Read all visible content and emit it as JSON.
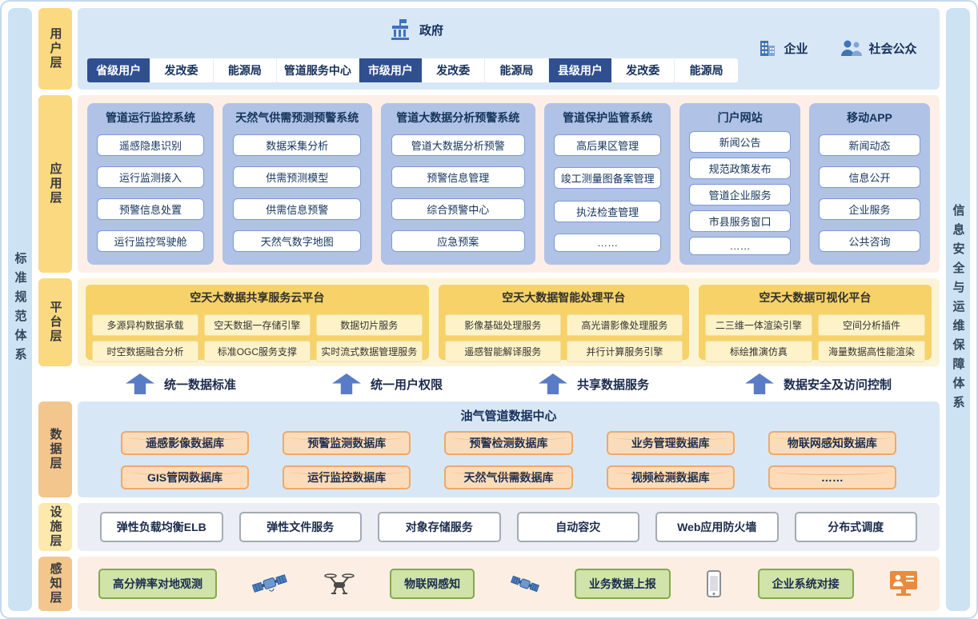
{
  "side_bars": {
    "left": "标准规范体系",
    "right": "信息安全与运维保障体系"
  },
  "layers": {
    "user": {
      "label": "用户层"
    },
    "app": {
      "label": "应用层"
    },
    "platform": {
      "label": "平台层"
    },
    "data": {
      "label": "数据层"
    },
    "infra": {
      "label": "设施层"
    },
    "sense": {
      "label": "感知层"
    }
  },
  "user": {
    "government": "政府",
    "tabs": [
      {
        "label": "省级用户"
      },
      {
        "label": "发改委"
      },
      {
        "label": "能源局"
      },
      {
        "label": "管道服务中心"
      },
      {
        "label": "市级用户"
      },
      {
        "label": "发改委"
      },
      {
        "label": "能源局"
      },
      {
        "label": "县级用户"
      },
      {
        "label": "发改委"
      },
      {
        "label": "能源局"
      }
    ],
    "enterprise": "企业",
    "public": "社会公众"
  },
  "app": {
    "systems": [
      {
        "title": "管道运行监控系统",
        "items": [
          "遥感隐患识别",
          "运行监测接入",
          "预警信息处置",
          "运行监控驾驶舱"
        ]
      },
      {
        "title": "天然气供需预测预警系统",
        "items": [
          "数据采集分析",
          "供需预测模型",
          "供需信息预警",
          "天然气数字地图"
        ]
      },
      {
        "title": "管道大数据分析预警系统",
        "items": [
          "管道大数据分析预警",
          "预警信息管理",
          "综合预警中心",
          "应急预案"
        ]
      },
      {
        "title": "管道保护监管系统",
        "items": [
          "高后果区管理",
          "竣工测量图备案管理",
          "执法检查管理",
          "……"
        ]
      },
      {
        "title": "门户网站",
        "items": [
          "新闻公告",
          "规范政策发布",
          "管道企业服务",
          "市县服务窗口",
          "……"
        ]
      },
      {
        "title": "移动APP",
        "items": [
          "新闻动态",
          "信息公开",
          "企业服务",
          "公共咨询"
        ]
      }
    ]
  },
  "platform": {
    "platforms": [
      {
        "title": "空天大数据共享服务云平台",
        "row1": [
          "多源异构数据承载",
          "空天数据一存储引擎",
          "数据切片服务"
        ],
        "row2": [
          "时空数据融合分析",
          "标准OGC服务支撑",
          "实时流式数据管理服务"
        ]
      },
      {
        "title": "空天大数据智能处理平台",
        "row1": [
          "影像基础处理服务",
          "高光谱影像处理服务"
        ],
        "row2": [
          "遥感智能解译服务",
          "并行计算服务引擎"
        ]
      },
      {
        "title": "空天大数据可视化平台",
        "row1": [
          "二三维一体渲染引擎",
          "空间分析插件"
        ],
        "row2": [
          "标绘推演仿真",
          "海量数据高性能渲染"
        ]
      }
    ]
  },
  "arrows": [
    "统一数据标准",
    "统一用户权限",
    "共享数据服务",
    "数据安全及访问控制"
  ],
  "data_layer": {
    "title": "油气管道数据中心",
    "row1": [
      "遥感影像数据库",
      "预警监测数据库",
      "预警检测数据库",
      "业务管理数据库",
      "物联网感知数据库"
    ],
    "row2": [
      "GIS管网数据库",
      "运行监控数据库",
      "天然气供需数据库",
      "视频检测数据库",
      "……"
    ]
  },
  "infra": {
    "items": [
      "弹性负载均衡ELB",
      "弹性文件服务",
      "对象存储服务",
      "自动容灾",
      "Web应用防火墙",
      "分布式调度"
    ]
  },
  "sense": {
    "boxes": [
      "高分辨率对地观测",
      "物联网感知",
      "业务数据上报",
      "企业系统对接"
    ],
    "icons": [
      "satellite-icon",
      "drone-icon",
      "satellite-icon",
      "phone-icon",
      "monitor-icon"
    ]
  },
  "colors": {
    "layer_label_yellow": "#fbd980",
    "layer_label_orange": "#f3c68e",
    "user_body": "#d8e7f5",
    "app_body": "#fdefe7",
    "app_system_box": "#b0c2e6",
    "platform_box": "#f6d269",
    "arrow_blue": "#5a7cc7",
    "database_fill": "#fbdcba",
    "database_border": "#f0a968",
    "sense_green": "#cfe3ab",
    "primary_tab_blue": "#2f4f8f",
    "dark_navy_text": "#16305c"
  }
}
